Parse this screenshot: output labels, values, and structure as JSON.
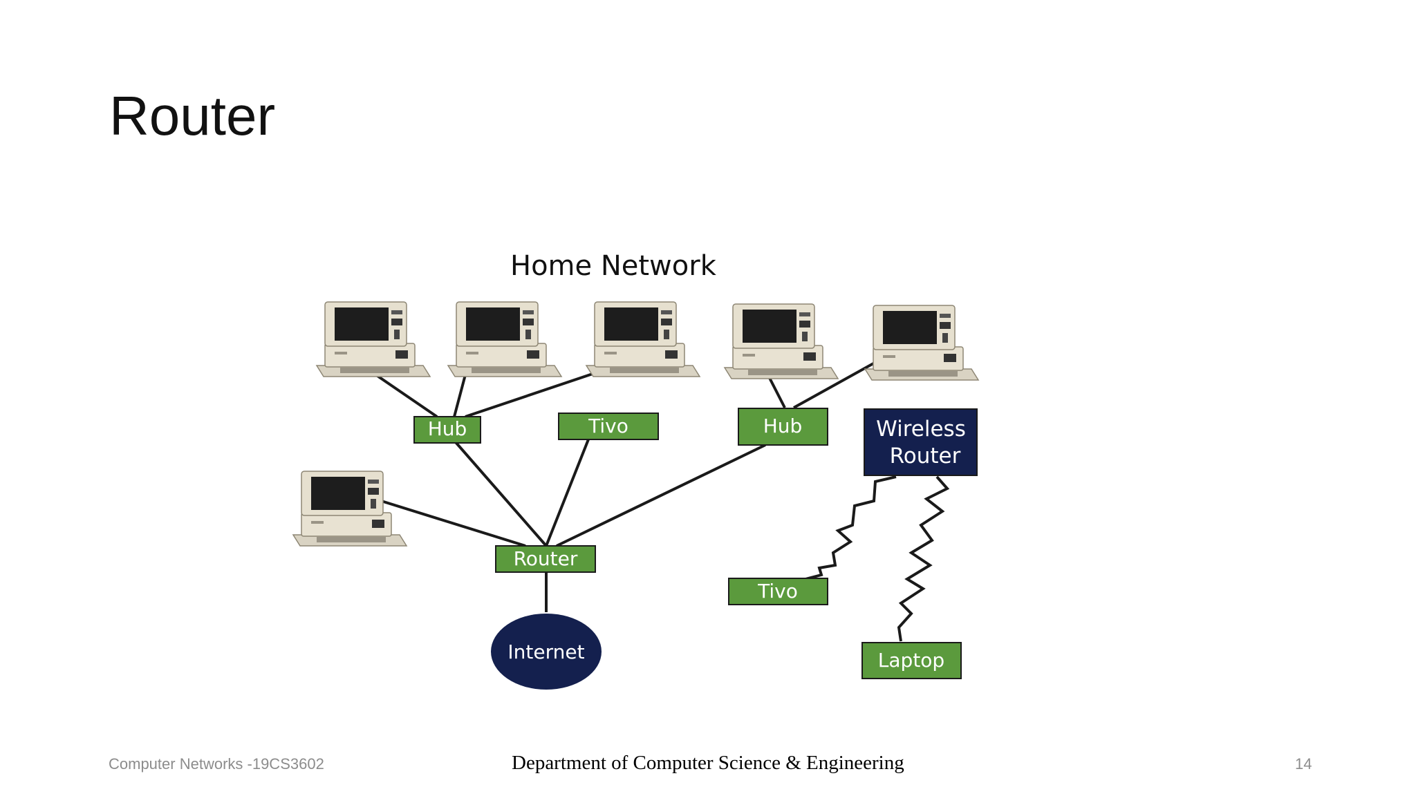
{
  "slide": {
    "title": "Router",
    "footer_left": "Computer Networks -19CS3602",
    "footer_center": "Department of Computer Science & Engineering",
    "page_number": "14"
  },
  "colors": {
    "green": "#5b9a3d",
    "navy": "#14204e",
    "line": "#1a1a1a"
  },
  "diagram": {
    "title": "Home Network",
    "nodes": {
      "hub_left": "Hub",
      "tivo_top": "Tivo",
      "hub_right": "Hub",
      "wireless_router": [
        "Wireless",
        "Router"
      ],
      "router": "Router",
      "internet": "Internet",
      "tivo_bottom": "Tivo",
      "laptop": "Laptop"
    },
    "computers": [
      {
        "icon": "computer-icon"
      },
      {
        "icon": "computer-icon"
      },
      {
        "icon": "computer-icon"
      },
      {
        "icon": "computer-icon"
      },
      {
        "icon": "computer-icon"
      },
      {
        "icon": "computer-icon"
      }
    ]
  }
}
